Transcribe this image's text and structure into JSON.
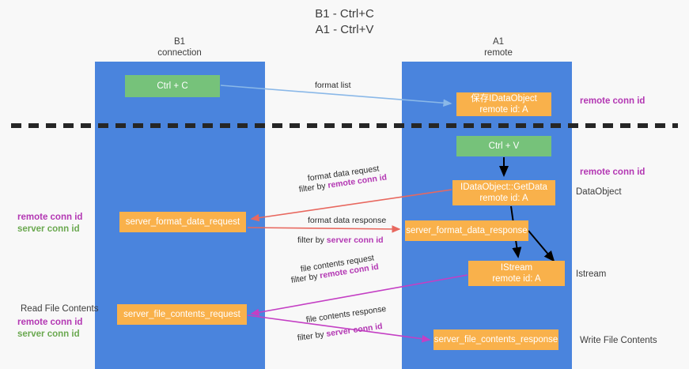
{
  "title": "B1 - Ctrl+C\nA1 - Ctrl+V",
  "columns": {
    "left": "B1\nconnection",
    "right": "A1\nremote"
  },
  "colors": {
    "panel": "#4a84dd",
    "background": "#f8f8f8",
    "node_green": "#76c27a",
    "node_orange": "#f9b14b",
    "remote_conn_id": "#b337b3",
    "server_conn_id": "#6aa84f",
    "arrow_format_list": "#8ab8e8",
    "arrow_format_data": "#e8685f",
    "arrow_file_contents": "#c43fc4",
    "arrow_black": "#000000",
    "divider": "#262626"
  },
  "nodes": {
    "ctrl_c": {
      "label": "Ctrl + C",
      "sub": ""
    },
    "save_idataobject": {
      "label": "保存IDataObject",
      "sub": "remote id: A"
    },
    "ctrl_v": {
      "label": "Ctrl + V",
      "sub": ""
    },
    "getdata": {
      "label": "IDataObject::GetData",
      "sub": "remote id: A"
    },
    "server_format_data_request": {
      "label": "server_format_data_request",
      "sub": ""
    },
    "server_format_data_response": {
      "label": "server_format_data_response",
      "sub": ""
    },
    "istream": {
      "label": "IStream",
      "sub": "remote id: A"
    },
    "server_file_contents_request": {
      "label": "server_file_contents_request",
      "sub": ""
    },
    "server_file_contents_response": {
      "label": "server_file_contents_response",
      "sub": ""
    }
  },
  "edge_labels": {
    "format_list": "format list",
    "format_data_request": "format data request",
    "format_data_request_filter_prefix": "filter by ",
    "format_data_request_filter_value": "remote conn id",
    "format_data_response": "format data response",
    "format_data_response_filter_prefix": "filter by ",
    "format_data_response_filter_value": "server conn id",
    "file_contents_request": "file contents request",
    "file_contents_request_filter_prefix": "filter by ",
    "file_contents_request_filter_value": "remote conn id",
    "file_contents_response": "file contents response",
    "file_contents_response_filter_prefix": "filter by ",
    "file_contents_response_filter_value": "server conn id"
  },
  "side_labels": {
    "right_remote_conn_id_top": "remote conn id",
    "right_remote_conn_id_mid": "remote conn id",
    "right_dataobject": "DataObject",
    "right_istream": "Istream",
    "right_write_file_contents": "Write File Contents",
    "left_remote_conn_id_mid": "remote conn id",
    "left_server_conn_id_mid": "server conn id",
    "left_read_file_contents": "Read File Contents",
    "left_remote_conn_id_bottom": "remote conn id",
    "left_server_conn_id_bottom": "server conn id"
  }
}
